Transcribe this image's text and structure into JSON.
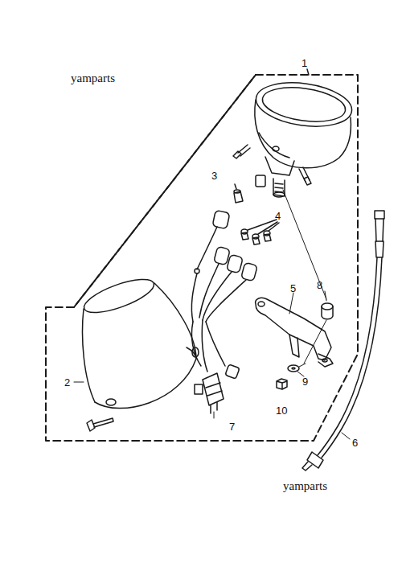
{
  "diagram": {
    "labels": [
      "yamparts",
      "1",
      "2",
      "3",
      "4",
      "5",
      "8",
      "9",
      "10",
      "6",
      "7",
      "yamparts"
    ]
  }
}
